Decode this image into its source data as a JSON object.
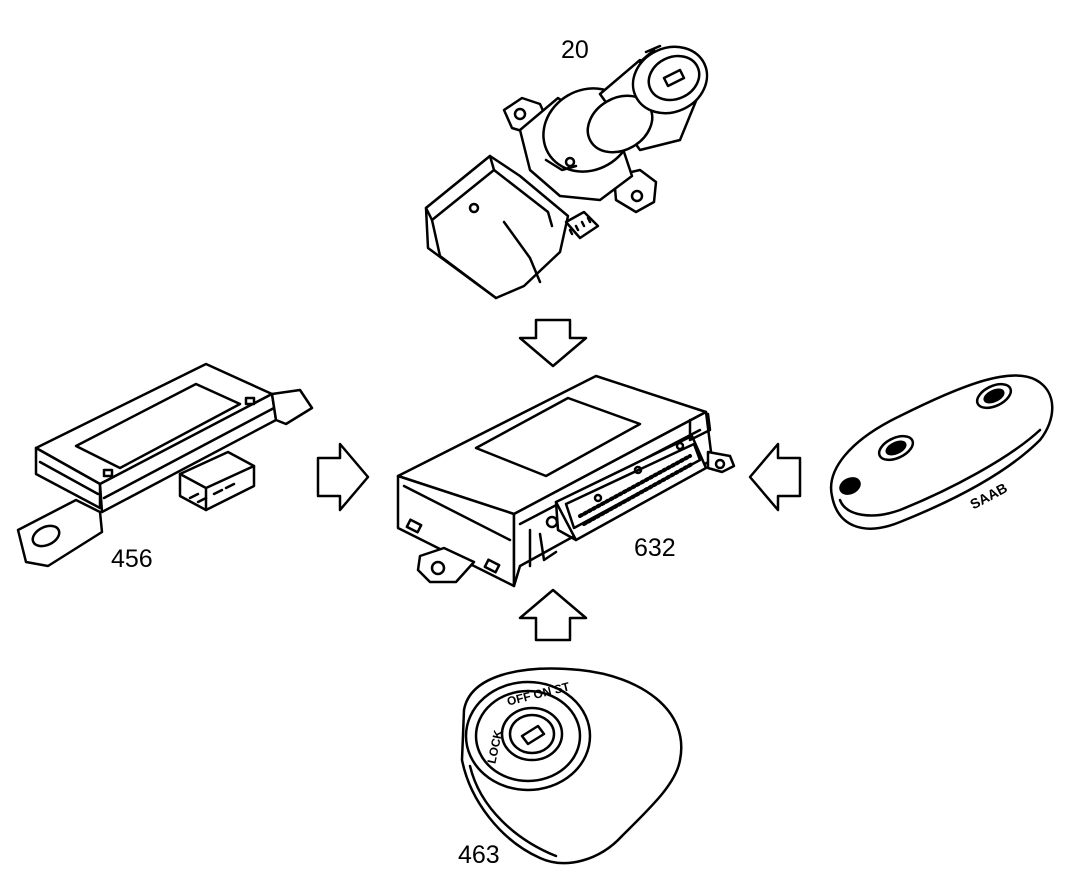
{
  "labels": {
    "ignition_switch": "20",
    "receiver_module": "456",
    "control_module": "632",
    "key_cylinder": "463"
  },
  "cylinder_markings": {
    "lock": "LOCK",
    "positions": "OFF ON ST"
  },
  "key_fob_marking": "SAAB",
  "colors": {
    "line": "#000000",
    "background": "#ffffff"
  }
}
